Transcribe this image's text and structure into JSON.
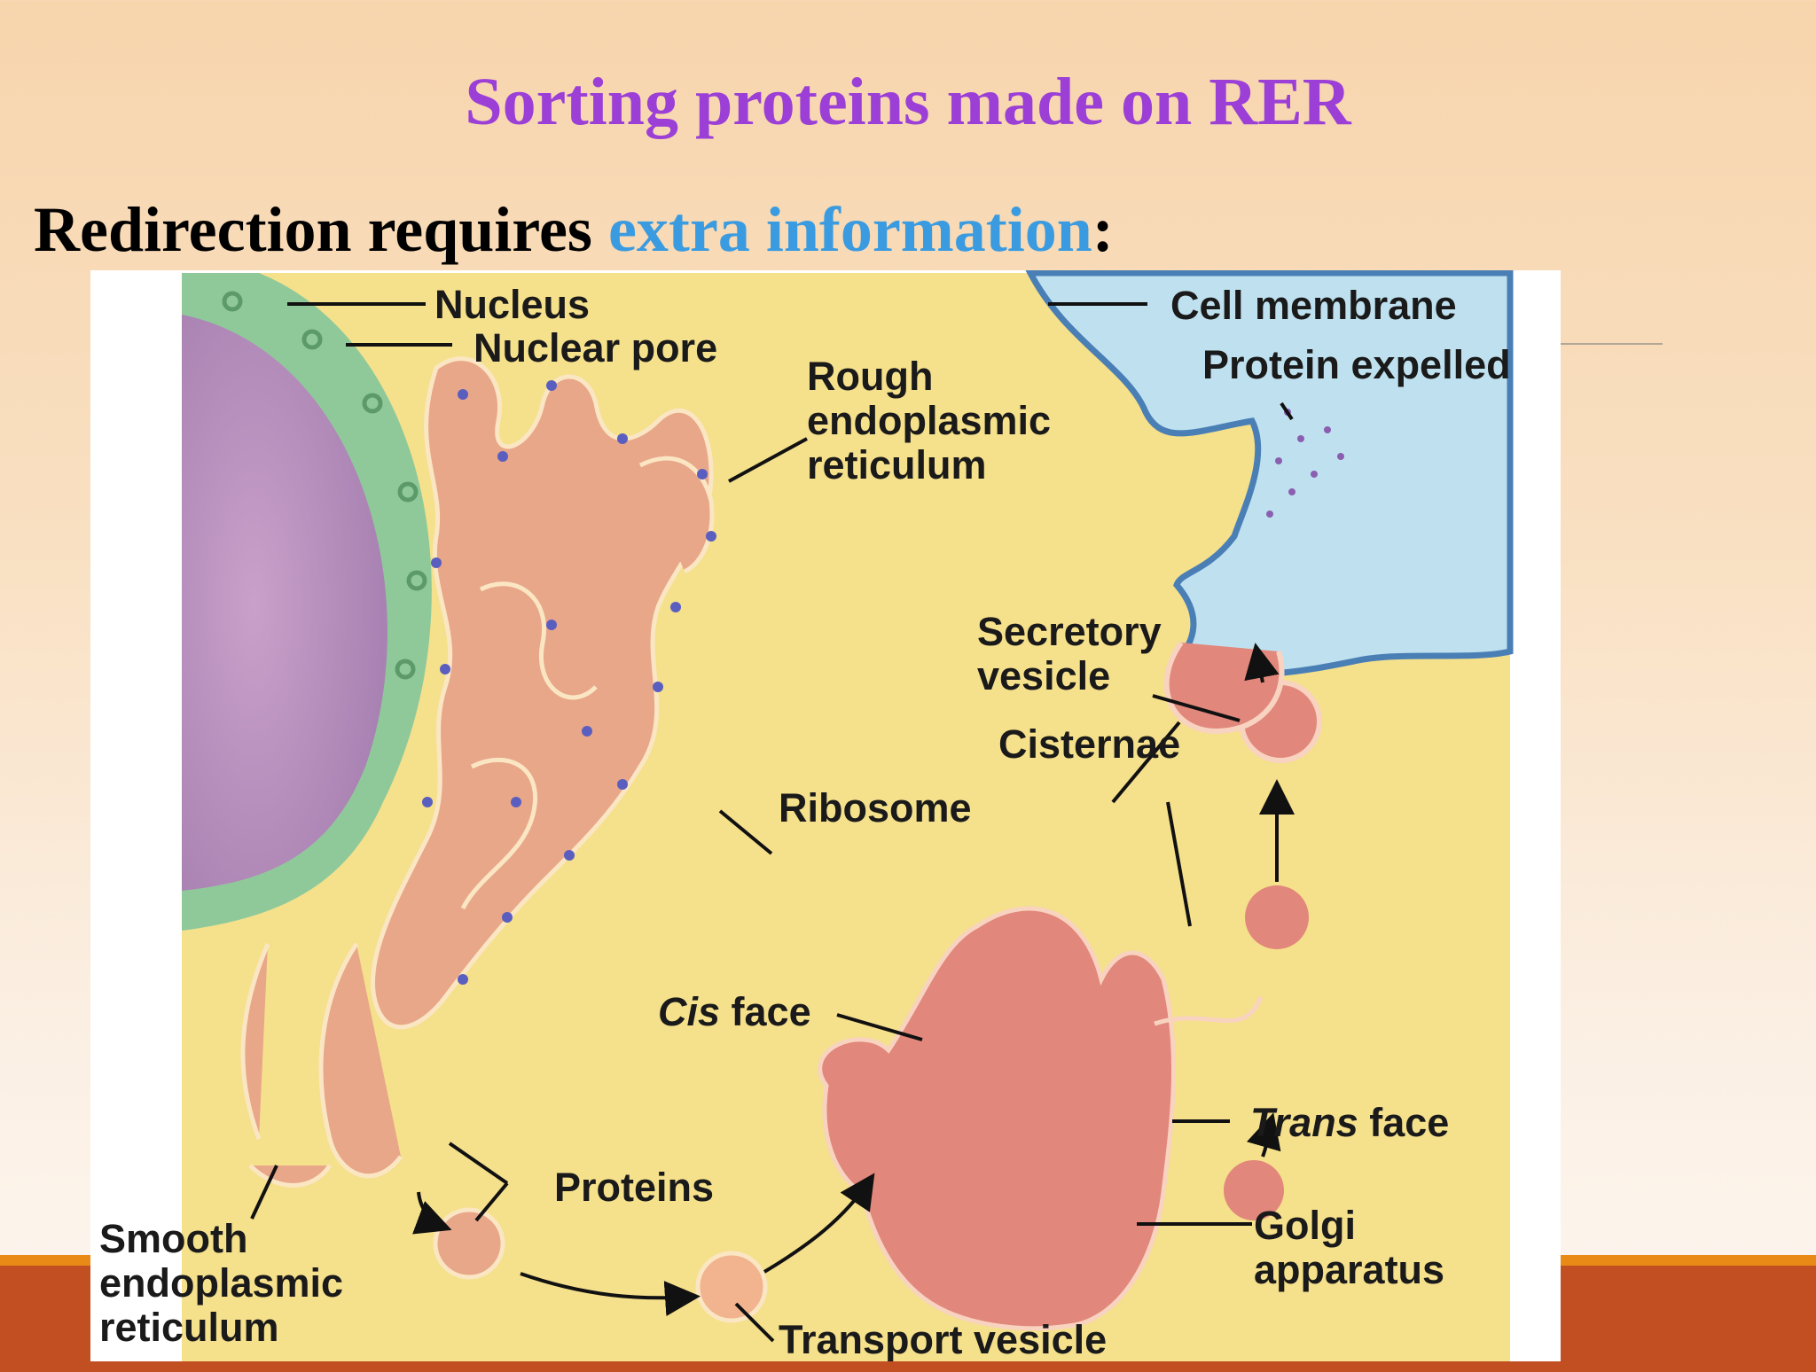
{
  "slide": {
    "title": "Sorting proteins made on RER",
    "subtitle_prefix": "Redirection requires ",
    "subtitle_highlight": "extra information",
    "subtitle_suffix": ":"
  },
  "colors": {
    "title": "#9b3fd6",
    "highlight": "#3a9be0",
    "band": "#c14f22",
    "band_stripe": "#e98a17",
    "cytoplasm": "#f5e08c",
    "extracellular": "#bfe1ef",
    "membrane": "#4a7fb6",
    "nucleus": "#b38ab8",
    "nuclear_envelope": "#8fc99a",
    "er": "#e8a789",
    "ribosome": "#5a5fbf"
  },
  "labels": {
    "nucleus": "Nucleus",
    "nuclear_pore": "Nuclear pore",
    "rough_er": [
      "Rough",
      "endoplasmic",
      "reticulum"
    ],
    "cell_membrane": "Cell membrane",
    "protein_expelled": "Protein expelled",
    "secretory_vesicle": [
      "Secretory",
      "vesicle"
    ],
    "cisternae": "Cisternae",
    "ribosome": "Ribosome",
    "cis_face_italic": "Cis",
    "cis_face_rest": " face",
    "trans_face_italic": "Trans",
    "trans_face_rest": " face",
    "proteins": "Proteins",
    "smooth_er": [
      "Smooth",
      "endoplasmic",
      "reticulum"
    ],
    "golgi": [
      "Golgi",
      "apparatus"
    ],
    "transport_vesicle": "Transport vesicle"
  }
}
